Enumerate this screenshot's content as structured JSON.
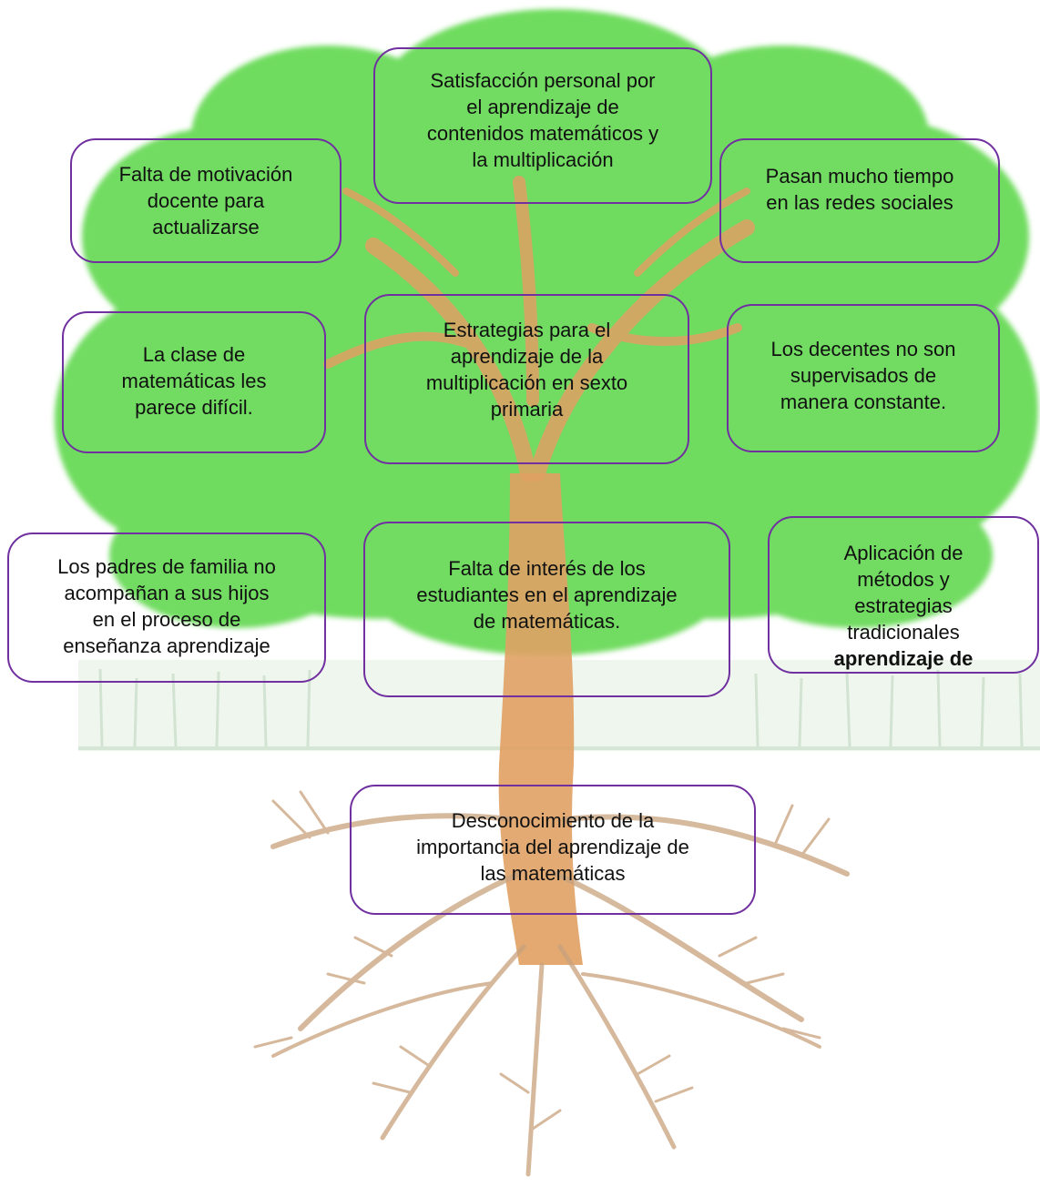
{
  "boxes": {
    "satisfaccion": "Satisfacción personal por\nel aprendizaje de\ncontenidos matemáticos y\nla multiplicación",
    "motivacion": "Falta de motivación\ndocente para\nactualizarse",
    "redes": "Pasan mucho tiempo\nen las redes sociales",
    "clase": "La clase de\nmatemáticas les\nparece difícil.",
    "estrategias": "Estrategias para el\naprendizaje de la\nmultiplicación en sexto\nprimaria",
    "decentes": "Los decentes no son\nsupervisados de\nmanera constante.",
    "padres": "Los padres de familia no\nacompañan a sus hijos\nen el proceso de\nenseñanza aprendizaje",
    "interes": "Falta de interés de los\nestudiantes en el aprendizaje\nde matemáticas.",
    "aplicacion": "Aplicación de\nmétodos y\nestrategias\ntradicionales",
    "aplicacion_cut": "aprendizaje de",
    "desconocimiento": "Desconocimiento de la\nimportancia del aprendizaje de\nlas matemáticas"
  },
  "colors": {
    "border": "#7030a0",
    "foliage": "#6fdc5f",
    "trunk": "#e0a062",
    "roots": "#c9a27c",
    "ground": "#cfe2cf"
  }
}
